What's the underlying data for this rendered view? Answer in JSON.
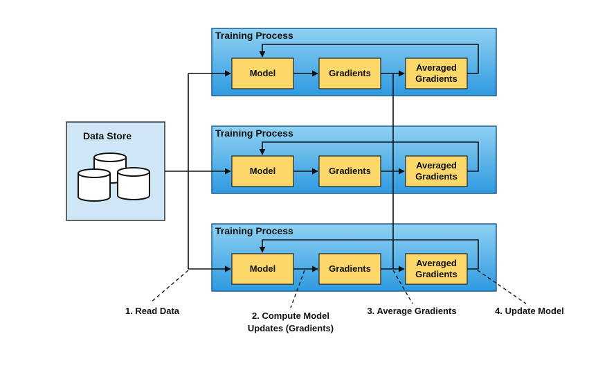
{
  "data_store": {
    "label": "Data Store",
    "icon": "database-cylinders-icon"
  },
  "processes": [
    {
      "title": "Training Process",
      "model": "Model",
      "gradients": "Gradients",
      "averaged_line1": "Averaged",
      "averaged_line2": "Gradients"
    },
    {
      "title": "Training Process",
      "model": "Model",
      "gradients": "Gradients",
      "averaged_line1": "Averaged",
      "averaged_line2": "Gradients"
    },
    {
      "title": "Training Process",
      "model": "Model",
      "gradients": "Gradients",
      "averaged_line1": "Averaged",
      "averaged_line2": "Gradients"
    }
  ],
  "steps": {
    "read_data": "1. Read Data",
    "compute_line1": "2. Compute Model",
    "compute_line2": "Updates (Gradients)",
    "average": "3. Average Gradients",
    "update": "4. Update Model"
  },
  "colors": {
    "process_fill_top": "#8fd1f3",
    "process_fill_bottom": "#2f9ae0",
    "process_border": "#1b5f93",
    "box_fill": "#fcd86a",
    "store_fill": "#cfe6f6",
    "line": "#111111"
  }
}
